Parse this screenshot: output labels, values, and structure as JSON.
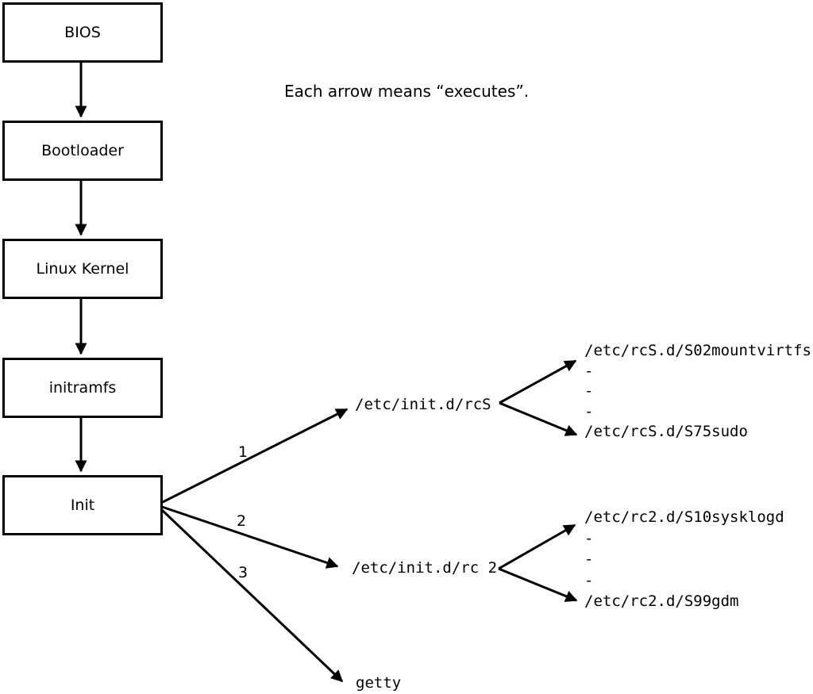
{
  "note": "Each arrow means “executes”.",
  "colors": {
    "foreground": "#000000",
    "background": "#ffffff"
  },
  "boxes": [
    {
      "label": "BIOS"
    },
    {
      "label": "Bootloader"
    },
    {
      "label": "Linux Kernel"
    },
    {
      "label": "initramfs"
    },
    {
      "label": "Init"
    }
  ],
  "init_arrows": [
    {
      "number": "1",
      "target": "/etc/init.d/rcS"
    },
    {
      "number": "2",
      "target": "/etc/init.d/rc 2"
    },
    {
      "number": "3",
      "target": "getty"
    }
  ],
  "rcS_children": [
    "/etc/rcS.d/S02mountvirtfs",
    "-",
    "-",
    "-",
    "/etc/rcS.d/S75sudo"
  ],
  "rc2_children": [
    "/etc/rc2.d/S10sysklogd",
    "-",
    "-",
    "-",
    "/etc/rc2.d/S99gdm"
  ]
}
